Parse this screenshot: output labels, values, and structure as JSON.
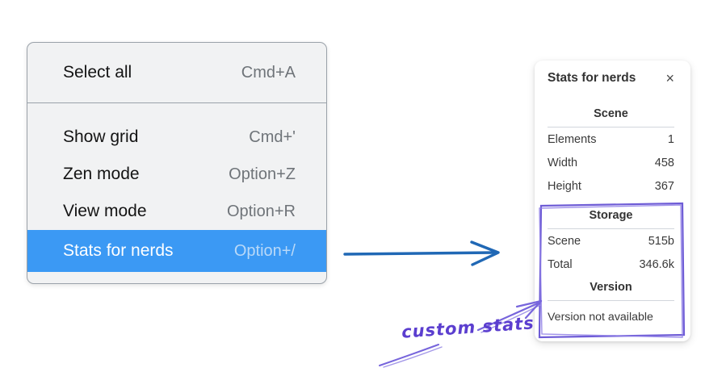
{
  "context_menu": {
    "groups": [
      {
        "items": [
          {
            "label": "Select all",
            "shortcut": "Cmd+A"
          }
        ]
      },
      {
        "items": [
          {
            "label": "Show grid",
            "shortcut": "Cmd+'"
          },
          {
            "label": "Zen mode",
            "shortcut": "Option+Z"
          },
          {
            "label": "View mode",
            "shortcut": "Option+R"
          },
          {
            "label": "Stats for nerds",
            "shortcut": "Option+/",
            "highlighted": true
          }
        ]
      }
    ]
  },
  "stats_panel": {
    "title": "Stats for nerds",
    "close_label": "×",
    "scene": {
      "heading": "Scene",
      "rows": [
        {
          "label": "Elements",
          "value": "1"
        },
        {
          "label": "Width",
          "value": "458"
        },
        {
          "label": "Height",
          "value": "367"
        }
      ]
    },
    "storage": {
      "heading": "Storage",
      "rows": [
        {
          "label": "Scene",
          "value": "515b"
        },
        {
          "label": "Total",
          "value": "346.6k"
        }
      ]
    },
    "version": {
      "heading": "Version",
      "note": "Version not available"
    }
  },
  "annotation": {
    "label": "custom stats"
  },
  "colors": {
    "menu_highlight": "#3b99f4",
    "blue_arrow": "#2068b5",
    "purple_stroke": "#6e5cd6",
    "purple_text": "#5b3ecf"
  }
}
